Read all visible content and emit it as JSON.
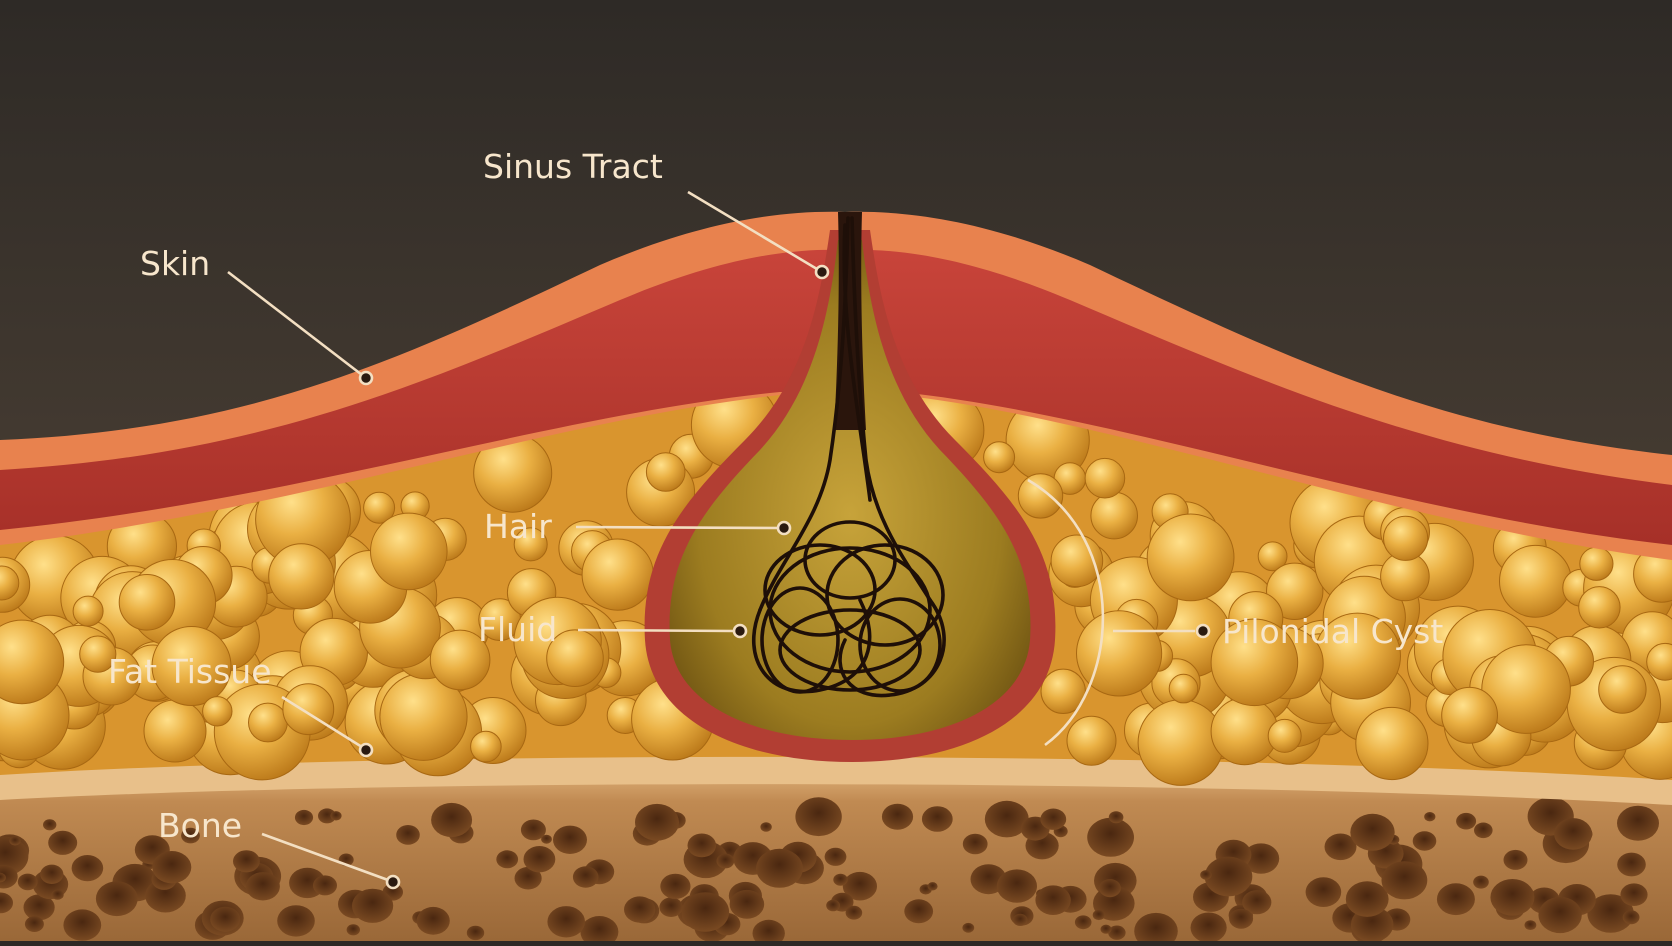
{
  "labels": {
    "sinus_tract": "Sinus Tract",
    "skin": "Skin",
    "hair": "Hair",
    "fluid": "Fluid",
    "pilonidal_cyst": "Pilonidal Cyst",
    "fat_tissue": "Fat Tissue",
    "bone": "Bone"
  },
  "colors": {
    "background": "#3a332d",
    "skin_outer": "#e8824e",
    "dermis": "#b53a2e",
    "fat": "#e0a03a",
    "bone": "#b8804a",
    "cyst_fluid": "#a8862a",
    "hair": "#1e0f08",
    "label_text": "#f7e6cc",
    "leader_line": "#f3dfc2"
  }
}
